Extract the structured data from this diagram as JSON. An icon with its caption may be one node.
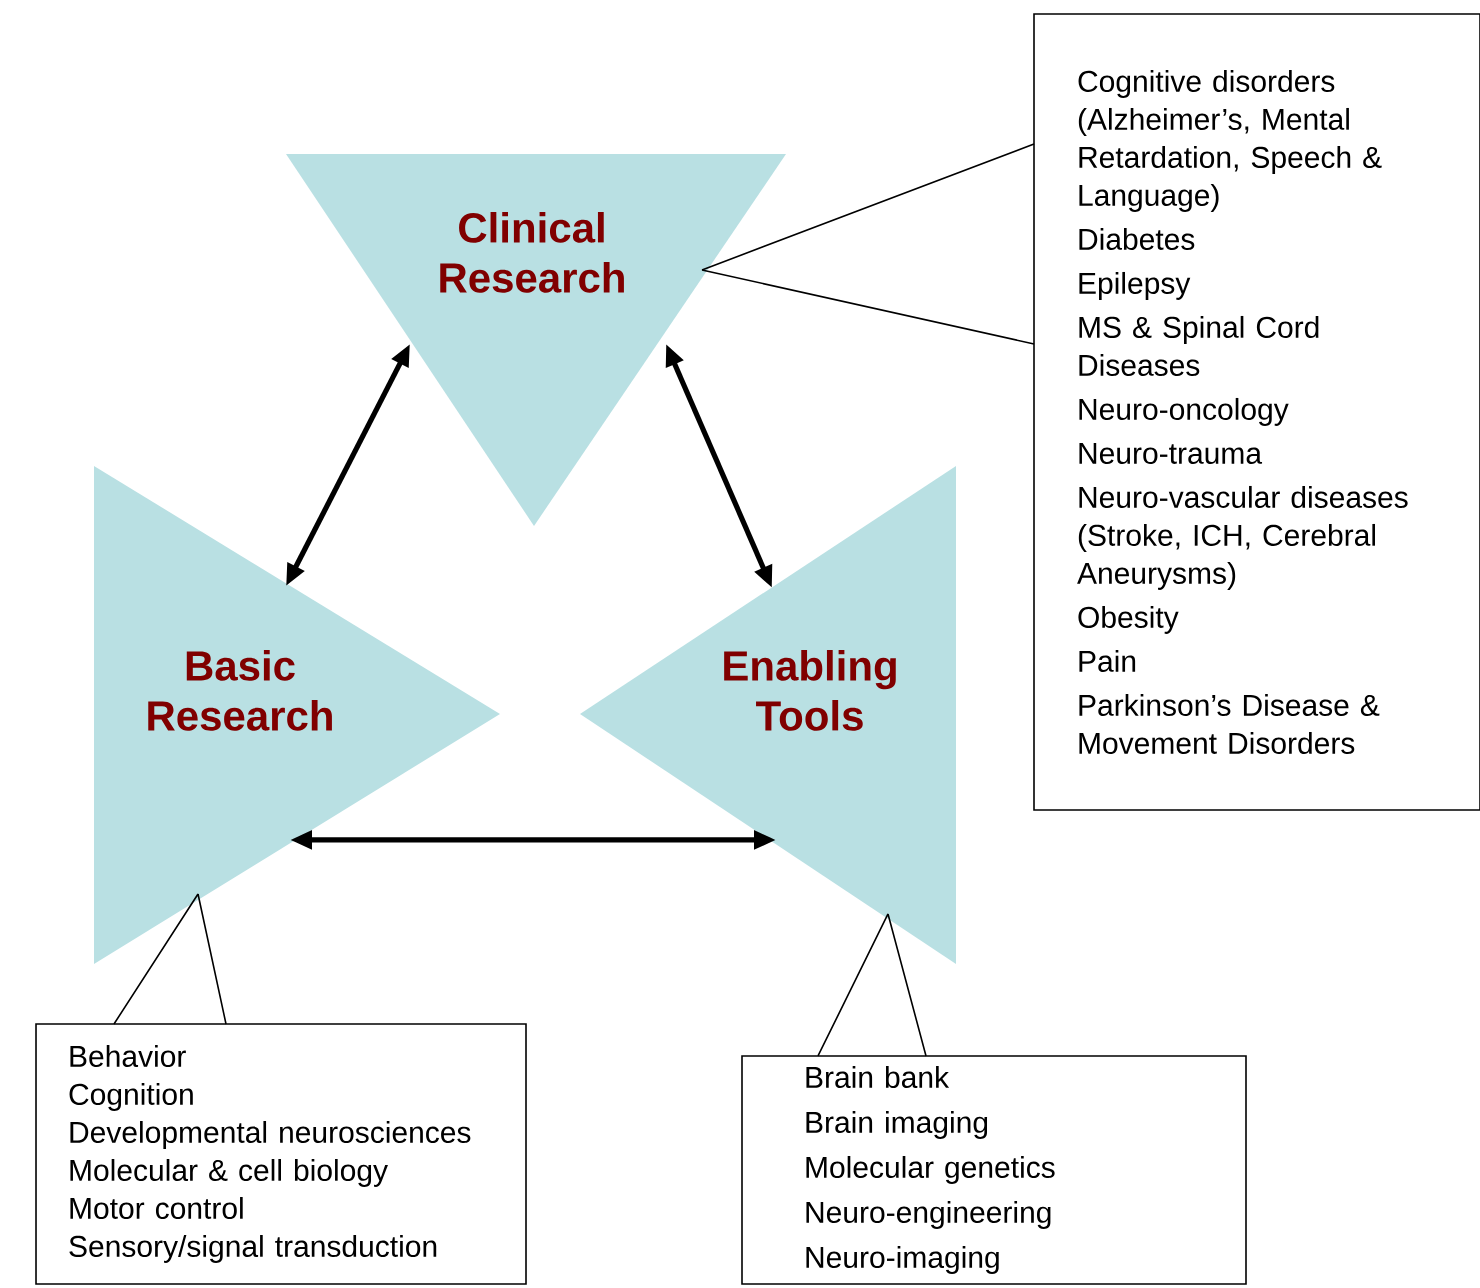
{
  "diagram": {
    "nodes": [
      {
        "text": [
          "Clinical Research"
        ]
      },
      {
        "text": [
          "Basic Research"
        ]
      },
      {
        "text": [
          "Enabling Tools"
        ]
      },
      {
        "text": [
          "Cognitive disorders (Alzheimer’s, Mental Retardation, Speech & Language)",
          "Diabetes",
          "Epilepsy",
          "MS & Spinal Cord Diseases",
          "Neuro-oncology",
          "Neuro-trauma",
          "Neuro-vascular diseases (Stroke, ICH, Cerebral Aneurysms)",
          "Obesity",
          "Pain",
          "Parkinson’s Disease & Movement Disorders"
        ]
      },
      {
        "text": [
          "Behavior",
          "Cognition",
          "Developmental neurosciences",
          "Molecular & cell biology",
          "Motor control",
          "Sensory/signal transduction"
        ]
      },
      {
        "text": [
          "Brain bank",
          "Brain imaging",
          "Molecular genetics",
          "Neuro-engineering",
          "Neuro-imaging"
        ]
      }
    ],
    "edges": [
      {
        "from": 0,
        "to": 1,
        "arrow": "both",
        "style": "thick"
      },
      {
        "from": 0,
        "to": 2,
        "arrow": "both",
        "style": "thick"
      },
      {
        "from": 1,
        "to": 2,
        "arrow": "both",
        "style": "thick"
      },
      {
        "from": 3,
        "to": 0,
        "arrow": "none"
      },
      {
        "from": 4,
        "to": 1,
        "arrow": "none"
      },
      {
        "from": 5,
        "to": 2,
        "arrow": "none"
      }
    ]
  }
}
